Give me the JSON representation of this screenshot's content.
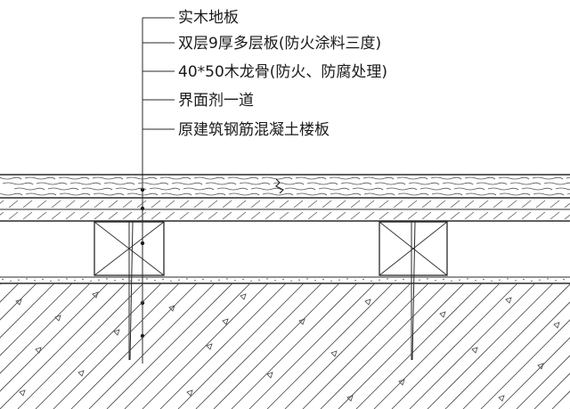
{
  "labels": [
    "实木地板",
    "双层9厚多层板(防火涂料三度)",
    "40*50木龙骨(防火、防腐处理)",
    "界面剂一道",
    "原建筑钢筋混凝土楼板"
  ],
  "colors": {
    "line": "#2a2a2a",
    "background": "#ffffff"
  }
}
